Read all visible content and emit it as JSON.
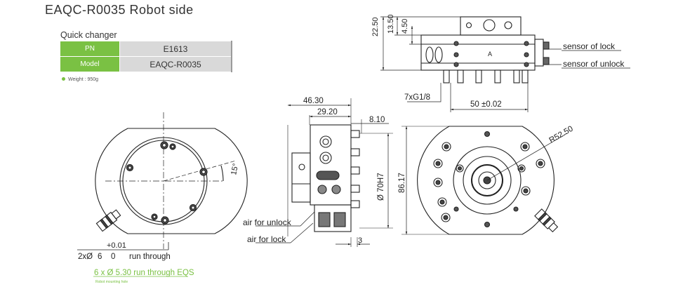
{
  "title": "EAQC-R0035  Robot side",
  "spec": {
    "header": "Quick changer",
    "rows": [
      {
        "key": "PN",
        "value": "E1613"
      },
      {
        "key": "Model",
        "value": "EAQC-R0035"
      }
    ],
    "weight": "Weight : 950g"
  },
  "side_view": {
    "dims": [
      "22.50",
      "13.50",
      "4.50"
    ],
    "port_label": "7xG1/8",
    "spacing": "50 ±0.02",
    "sensor_lock": "sensor of lock",
    "sensor_unlock": "sensor of unlock",
    "marker": "A"
  },
  "front_view": {
    "width_outer": "46.30",
    "width_inner": "29.20",
    "edge": "8.10",
    "bore": "Ø 70H7",
    "height": "86.17",
    "step": "3",
    "air_unlock": "air for unlock",
    "air_lock": "air for lock"
  },
  "left_view": {
    "angle": "15°",
    "tol": "+0.01",
    "hole_a": "2xØ",
    "hole_b": "6",
    "hole_c": "0",
    "hole_d": "run through",
    "mounting": "6 x Ø 5.30 run through EQS",
    "mounting_sub": "Robot mounting hole"
  },
  "right_view": {
    "radius": "R52.50"
  },
  "colors": {
    "accent": "#7ac143",
    "cell": "#d9d9d9"
  }
}
